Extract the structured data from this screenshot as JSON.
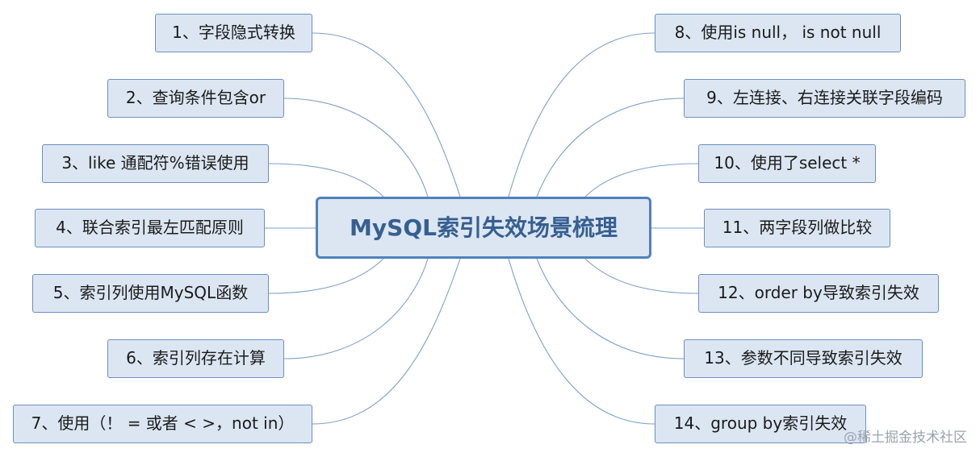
{
  "central_topic": "MySQL索引失效场景梳理",
  "left_branches": [
    "1、字段隐式转换",
    "2、查询条件包含or",
    "3、like 通配符%错误使用",
    "4、联合索引最左匹配原则",
    "5、索引列使用MySQL函数",
    "6、索引列存在计算",
    "7、使用（！ = 或者 < >，not in）"
  ],
  "right_branches": [
    "8、使用is null， is not null",
    "9、左连接、右连接关联字段编码",
    "10、使用了select *",
    "11、两字段列做比较",
    "12、order by导致索引失效",
    "13、参数不同导致索引失效",
    "14、group by索引失效"
  ],
  "watermark": "@稀土掘金技术社区",
  "colors": {
    "node_fill": "#dce6f2",
    "node_border": "#6b8fbf",
    "center_border": "#4f81bd",
    "center_text": "#365f91",
    "connector": "#7ea0cc"
  }
}
